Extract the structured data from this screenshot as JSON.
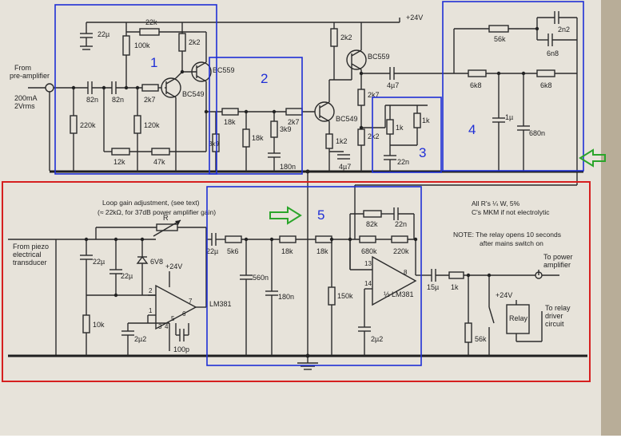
{
  "inputs": {
    "preamp": [
      "From",
      "pre-amplifier",
      "200mA",
      "2Vrms"
    ],
    "piezo": [
      "From piezo",
      "electrical",
      "transducer"
    ]
  },
  "outputs": {
    "power": [
      "To power",
      "amplifier"
    ],
    "relay": [
      "To relay",
      "driver",
      "circuit"
    ]
  },
  "supply": {
    "top": "+24V",
    "lower1": "+24V",
    "lower2": "+24V"
  },
  "transistors": {
    "q1": "BC549",
    "q2": "BC559",
    "q3": "BC559",
    "q4": "BC549"
  },
  "components": {
    "c22u_top": "22µ",
    "r100k": "100k",
    "r22k": "22k",
    "r2k2_a": "2k2",
    "c82n_a": "82n",
    "c82n_b": "82n",
    "r2k7_a": "2k7",
    "r220k": "220k",
    "r120k": "120k",
    "r12k": "12k",
    "r47k": "47k",
    "r3k9_a": "3k9",
    "r18k_a": "18k",
    "r18k_b": "18k",
    "r3k9_b": "3k9",
    "c180n_a": "180n",
    "r2k7_b": "2k7",
    "r2k2_b": "2k2",
    "c4u7_a": "4µ7",
    "r2k7_c": "2k7",
    "r1k2": "1k2",
    "c4u7_b": "4µ7",
    "r2k2_c": "2k2",
    "r1k_a": "1k",
    "r1k_b": "1k",
    "c22n_a": "22n",
    "r56k_a": "56k",
    "c2n2": "2n2",
    "c6n8": "6n8",
    "r6k8_a": "6k8",
    "r6k8_b": "6k8",
    "c1u": "1µ",
    "c680n": "680n",
    "c22u_b": "22µ",
    "c22u_c": "22µ",
    "d6v8": "6V8",
    "r10k": "10k",
    "c2u2_a": "2µ2",
    "c100p": "100p",
    "ic_a": "LM381",
    "r_pot": "R",
    "c22u_d": "22µ",
    "r5k6": "5k6",
    "c560n": "560n",
    "c180n_b": "180n",
    "r18k_c": "18k",
    "r18k_d": "18k",
    "r82k": "82k",
    "c22n_b": "22n",
    "r680k": "680k",
    "r220k_b": "220k",
    "r150k": "150k",
    "c2u2_b": "2µ2",
    "ic_b": "½ LM381",
    "c15u": "15µ",
    "r1k_c": "1k",
    "r56k_b": "56k",
    "relay": "Relay"
  },
  "pins": {
    "p1": "1",
    "p2": "2",
    "p3": "3",
    "p4": "4",
    "p5": "5",
    "p6": "6",
    "p7": "7",
    "p8": "8",
    "p13": "13",
    "p14": "14"
  },
  "notes": {
    "loop": [
      "Loop gain adjustment, (see text)",
      "(≈ 22kΩ, for 37dB power amplifier gain)"
    ],
    "resistors": [
      "All R's ¼ W, 5%",
      "C's MKM if not electrolytic"
    ],
    "relay": [
      "NOTE: The relay opens 10 seconds",
      "after mains switch on"
    ]
  },
  "box_labels": [
    "1",
    "2",
    "3",
    "4",
    "5"
  ],
  "colors": {
    "box_blue": "#1f2fd6",
    "box_red": "#d61f1f",
    "arrow_green": "#2aa52a"
  }
}
